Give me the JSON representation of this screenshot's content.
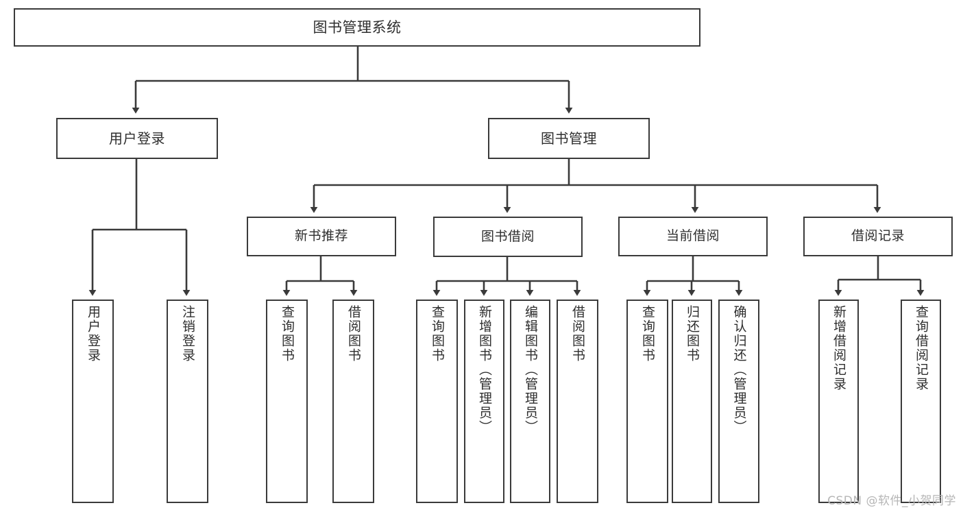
{
  "diagram": {
    "title": "图书管理系统",
    "watermark": "CSDN @软件_小贺同学",
    "line_color": "#3a3a3a",
    "box_fill": "#ffffff",
    "text_color": "#2e2e2e",
    "watermark_color": "#b6b6b6"
  },
  "nodes": {
    "root": "图书管理系统",
    "level1": [
      "用户登录",
      "图书管理"
    ],
    "level2": [
      "新书推荐",
      "图书借阅",
      "当前借阅",
      "借阅记录"
    ],
    "leaves": {
      "user_login": [
        "用户登录",
        "注销登录"
      ],
      "new_book": [
        "查询图书",
        "借阅图书"
      ],
      "book_borrow": [
        "查询图书",
        "新增图书（管理员）",
        "编辑图书（管理员）",
        "借阅图书"
      ],
      "current_borrow": [
        "查询图书",
        "归还图书",
        "确认归还（管理员）"
      ],
      "borrow_record": [
        "新增借阅记录",
        "查询借阅记录"
      ]
    }
  },
  "chart_data": {
    "type": "tree",
    "title": "图书管理系统",
    "orientation": "top-down",
    "edges": [
      {
        "from": "图书管理系统",
        "to": "用户登录"
      },
      {
        "from": "图书管理系统",
        "to": "图书管理"
      },
      {
        "from": "用户登录",
        "to": "用户登录"
      },
      {
        "from": "用户登录",
        "to": "注销登录"
      },
      {
        "from": "图书管理",
        "to": "新书推荐"
      },
      {
        "from": "图书管理",
        "to": "图书借阅"
      },
      {
        "from": "图书管理",
        "to": "当前借阅"
      },
      {
        "from": "图书管理",
        "to": "借阅记录"
      },
      {
        "from": "新书推荐",
        "to": "查询图书"
      },
      {
        "from": "新书推荐",
        "to": "借阅图书"
      },
      {
        "from": "图书借阅",
        "to": "查询图书"
      },
      {
        "from": "图书借阅",
        "to": "新增图书（管理员）"
      },
      {
        "from": "图书借阅",
        "to": "编辑图书（管理员）"
      },
      {
        "from": "图书借阅",
        "to": "借阅图书"
      },
      {
        "from": "当前借阅",
        "to": "查询图书"
      },
      {
        "from": "当前借阅",
        "to": "归还图书"
      },
      {
        "from": "当前借阅",
        "to": "确认归还（管理员）"
      },
      {
        "from": "借阅记录",
        "to": "新增借阅记录"
      },
      {
        "from": "借阅记录",
        "to": "查询借阅记录"
      }
    ]
  }
}
